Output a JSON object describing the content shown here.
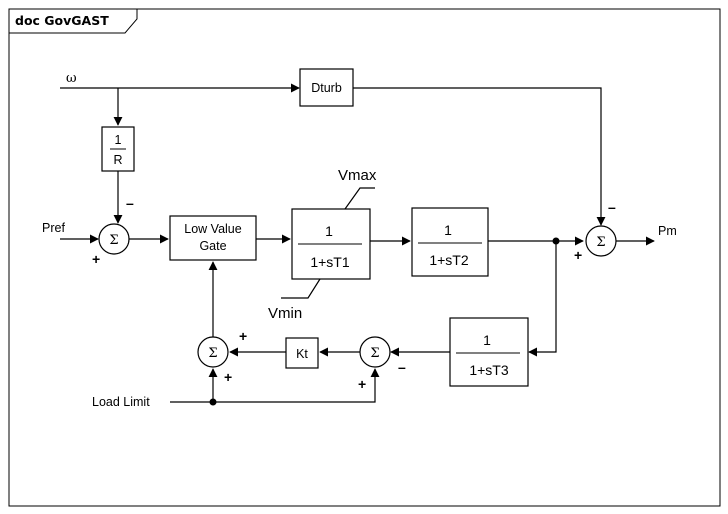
{
  "frame": {
    "title": "doc GovGAST"
  },
  "inputs": {
    "omega": "ω",
    "pref": "Pref",
    "load_limit": "Load Limit"
  },
  "outputs": {
    "pm": "Pm"
  },
  "blocks": {
    "droop": {
      "num": "1",
      "den": "R"
    },
    "dturb": {
      "label": "Dturb"
    },
    "low_value_gate": {
      "line1": "Low Value",
      "line2": "Gate"
    },
    "tf1": {
      "num": "1",
      "den": "1+sT1"
    },
    "tf2": {
      "num": "1",
      "den": "1+sT2"
    },
    "tf3": {
      "num": "1",
      "den": "1+sT3"
    },
    "kt": {
      "label": "Kt"
    }
  },
  "limits": {
    "vmax": "Vmax",
    "vmin": "Vmin"
  },
  "summers": {
    "symbol": "Σ"
  },
  "signs": {
    "plus": "+",
    "minus": "–"
  }
}
